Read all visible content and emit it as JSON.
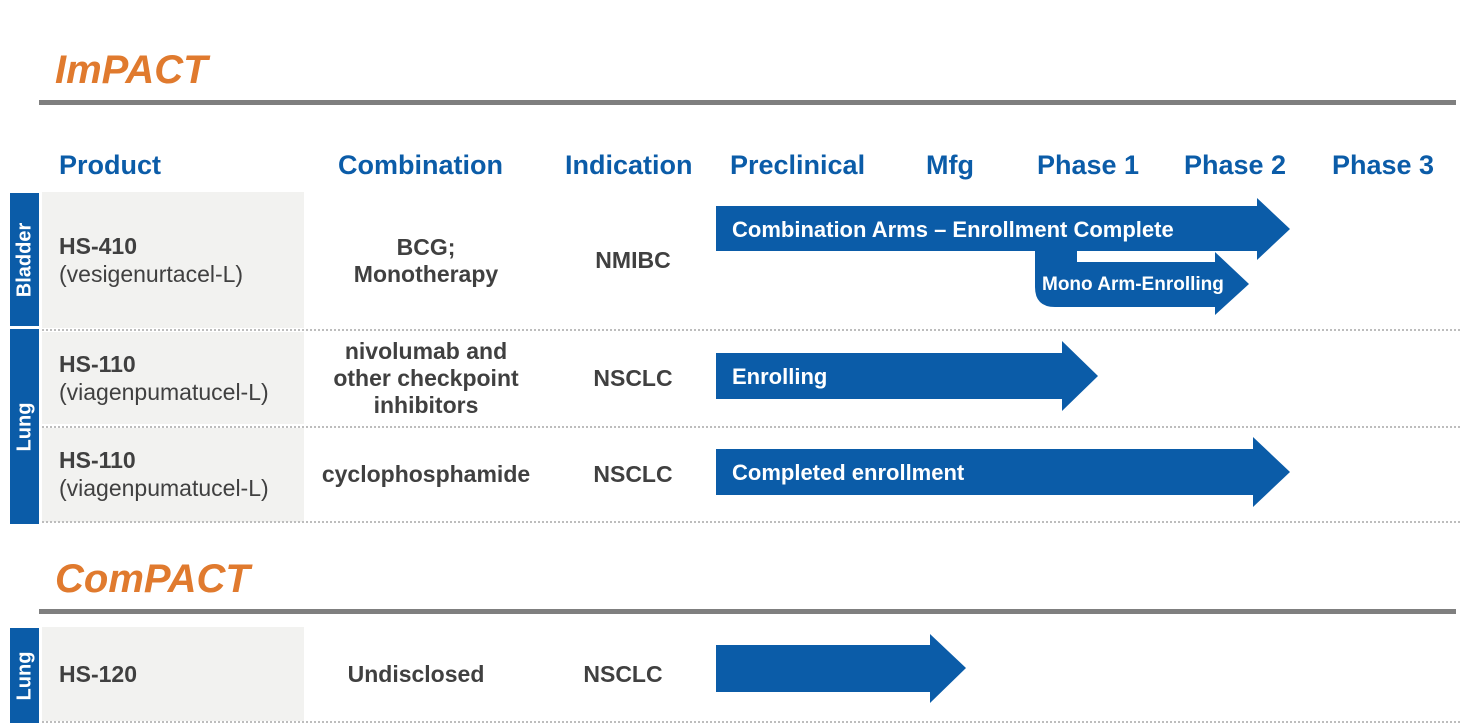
{
  "sections": {
    "impact_title": "ImPACT",
    "compact_title": "ComPACT"
  },
  "headers": {
    "product": "Product",
    "combination": "Combination",
    "indication": "Indication",
    "preclinical": "Preclinical",
    "mfg": "Mfg",
    "phase1": "Phase 1",
    "phase2": "Phase 2",
    "phase3": "Phase 3"
  },
  "tabs": {
    "bladder": "Bladder",
    "lung": "Lung",
    "compact_lung": "Lung"
  },
  "rows": [
    {
      "code": "HS-410",
      "name": "(vesigenurtacel-L)",
      "combination_line1": "BCG;",
      "combination_line2": "Monotherapy",
      "indication": "NMIBC",
      "arrow_label": "Combination Arms – Enrollment Complete",
      "sub_arrow_label": "Mono Arm-Enrolling"
    },
    {
      "code": "HS-110",
      "name": "(viagenpumatucel-L)",
      "combination_line1": "nivolumab and",
      "combination_line2": "other checkpoint",
      "combination_line3": "inhibitors",
      "indication": "NSCLC",
      "arrow_label": "Enrolling"
    },
    {
      "code": "HS-110",
      "name": "(viagenpumatucel-L)",
      "combination": "cyclophosphamide",
      "indication": "NSCLC",
      "arrow_label": "Completed enrollment"
    },
    {
      "code": "HS-120",
      "combination": "Undisclosed",
      "indication": "NSCLC"
    }
  ],
  "colors": {
    "accent_orange": "#E07A2E",
    "brand_blue": "#0B5CA8",
    "rule_gray": "#7f7f7f",
    "cell_bg": "#F2F2F0",
    "text_dark": "#404040"
  }
}
